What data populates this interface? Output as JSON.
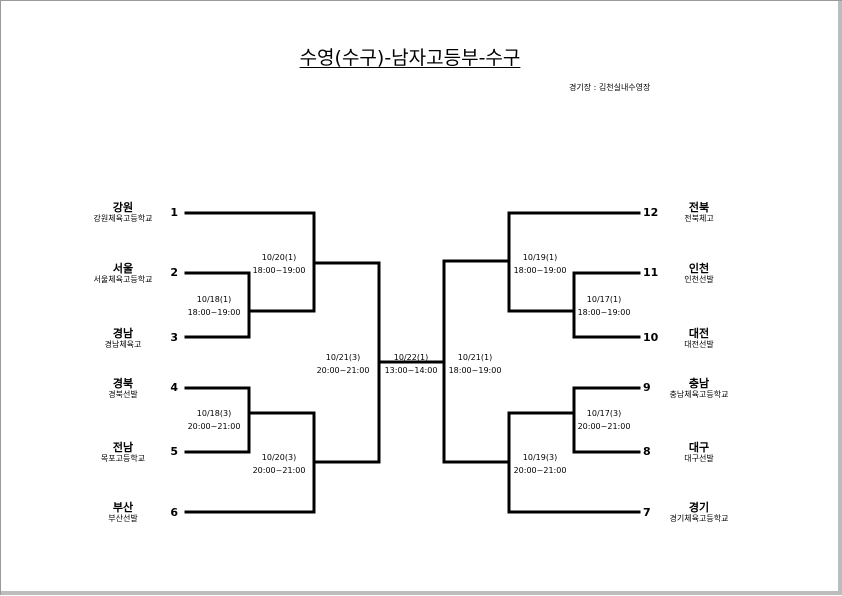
{
  "title": "수영(수구)-남자고등부-수구",
  "venue": "경기장 : 김천실내수영장",
  "teams": [
    {
      "seed": "1",
      "region": "강원",
      "school": "강원체육고등학교"
    },
    {
      "seed": "2",
      "region": "서울",
      "school": "서울체육고등학교"
    },
    {
      "seed": "3",
      "region": "경남",
      "school": "경남체육고"
    },
    {
      "seed": "4",
      "region": "경북",
      "school": "경북선발"
    },
    {
      "seed": "5",
      "region": "전남",
      "school": "목포고등학교"
    },
    {
      "seed": "6",
      "region": "부산",
      "school": "부산선발"
    },
    {
      "seed": "12",
      "region": "전북",
      "school": "전북체고"
    },
    {
      "seed": "11",
      "region": "인천",
      "school": "인천선발"
    },
    {
      "seed": "10",
      "region": "대전",
      "school": "대전선발"
    },
    {
      "seed": "9",
      "region": "충남",
      "school": "충남체육고등학교"
    },
    {
      "seed": "8",
      "region": "대구",
      "school": "대구선발"
    },
    {
      "seed": "7",
      "region": "경기",
      "school": "경기체육고등학교"
    }
  ],
  "matches": [
    {
      "date": "10/18(1)",
      "time": "18:00~19:00"
    },
    {
      "date": "10/18(3)",
      "time": "20:00~21:00"
    },
    {
      "date": "10/20(1)",
      "time": "18:00~19:00"
    },
    {
      "date": "10/20(3)",
      "time": "20:00~21:00"
    },
    {
      "date": "10/21(3)",
      "time": "20:00~21:00"
    },
    {
      "date": "10/22(1)",
      "time": "13:00~14:00"
    },
    {
      "date": "10/21(1)",
      "time": "18:00~19:00"
    },
    {
      "date": "10/19(1)",
      "time": "18:00~19:00"
    },
    {
      "date": "10/19(3)",
      "time": "20:00~21:00"
    },
    {
      "date": "10/17(1)",
      "time": "18:00~19:00"
    },
    {
      "date": "10/17(3)",
      "time": "20:00~21:00"
    }
  ]
}
